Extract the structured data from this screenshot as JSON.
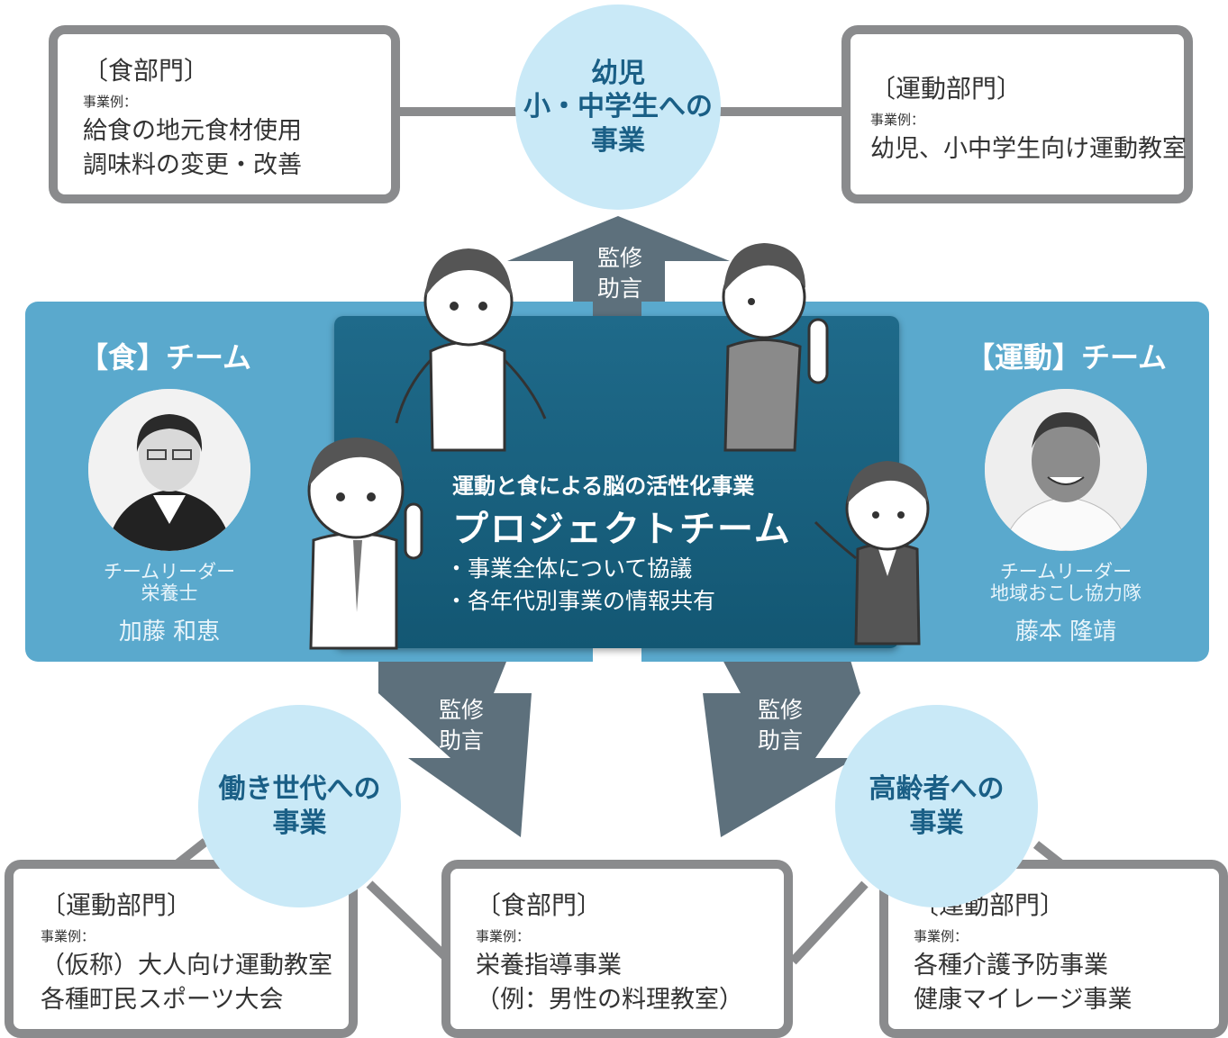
{
  "top_circle": {
    "lines": [
      "幼児",
      "小・中学生への",
      "事業"
    ]
  },
  "left_circle": {
    "lines": [
      "働き世代への",
      "事業"
    ]
  },
  "right_circle": {
    "lines": [
      "高齢者への",
      "事業"
    ]
  },
  "arrow_labels": {
    "top": [
      "監修",
      "助言"
    ],
    "left": [
      "監修",
      "助言"
    ],
    "right": [
      "監修",
      "助言"
    ]
  },
  "boxes": {
    "top_left": {
      "dept": "〔食部門〕",
      "example_label": "事業例：",
      "lines": [
        "給食の地元食材使用",
        "調味料の変更・改善"
      ]
    },
    "top_right": {
      "dept": "〔運動部門〕",
      "example_label": "事業例：",
      "lines": [
        "幼児、小中学生向け運動教室"
      ]
    },
    "bottom_left": {
      "dept": "〔運動部門〕",
      "example_label": "事業例：",
      "lines": [
        "（仮称）大人向け運動教室",
        "各種町民スポーツ大会"
      ]
    },
    "bottom_center": {
      "dept": "〔食部門〕",
      "example_label": "事業例：",
      "lines": [
        "栄養指導事業",
        "（例：男性の料理教室）"
      ]
    },
    "bottom_right": {
      "dept": "〔運動部門〕",
      "example_label": "事業例：",
      "lines": [
        "各種介護予防事業",
        "健康マイレージ事業"
      ]
    }
  },
  "food_team": {
    "title": "【食】チーム",
    "role1": "チームリーダー",
    "role2": "栄養士",
    "name": "加藤 和恵"
  },
  "exercise_team": {
    "title": "【運動】チーム",
    "role1": "チームリーダー",
    "role2": "地域おこし協力隊",
    "name": "藤本 隆靖"
  },
  "project": {
    "subtitle": "運動と食による脳の活性化事業",
    "title": "プロジェクトチーム",
    "bullets": [
      "・事業全体について協議",
      "・各年代別事業の情報共有"
    ]
  },
  "colors": {
    "circle": "#c9e9f7",
    "circle_text": "#1a5f86",
    "team_panel": "#5aa9cd",
    "center_panel": "#135773",
    "arrow": "#5d707c",
    "box_border": "#8a8b8d"
  }
}
